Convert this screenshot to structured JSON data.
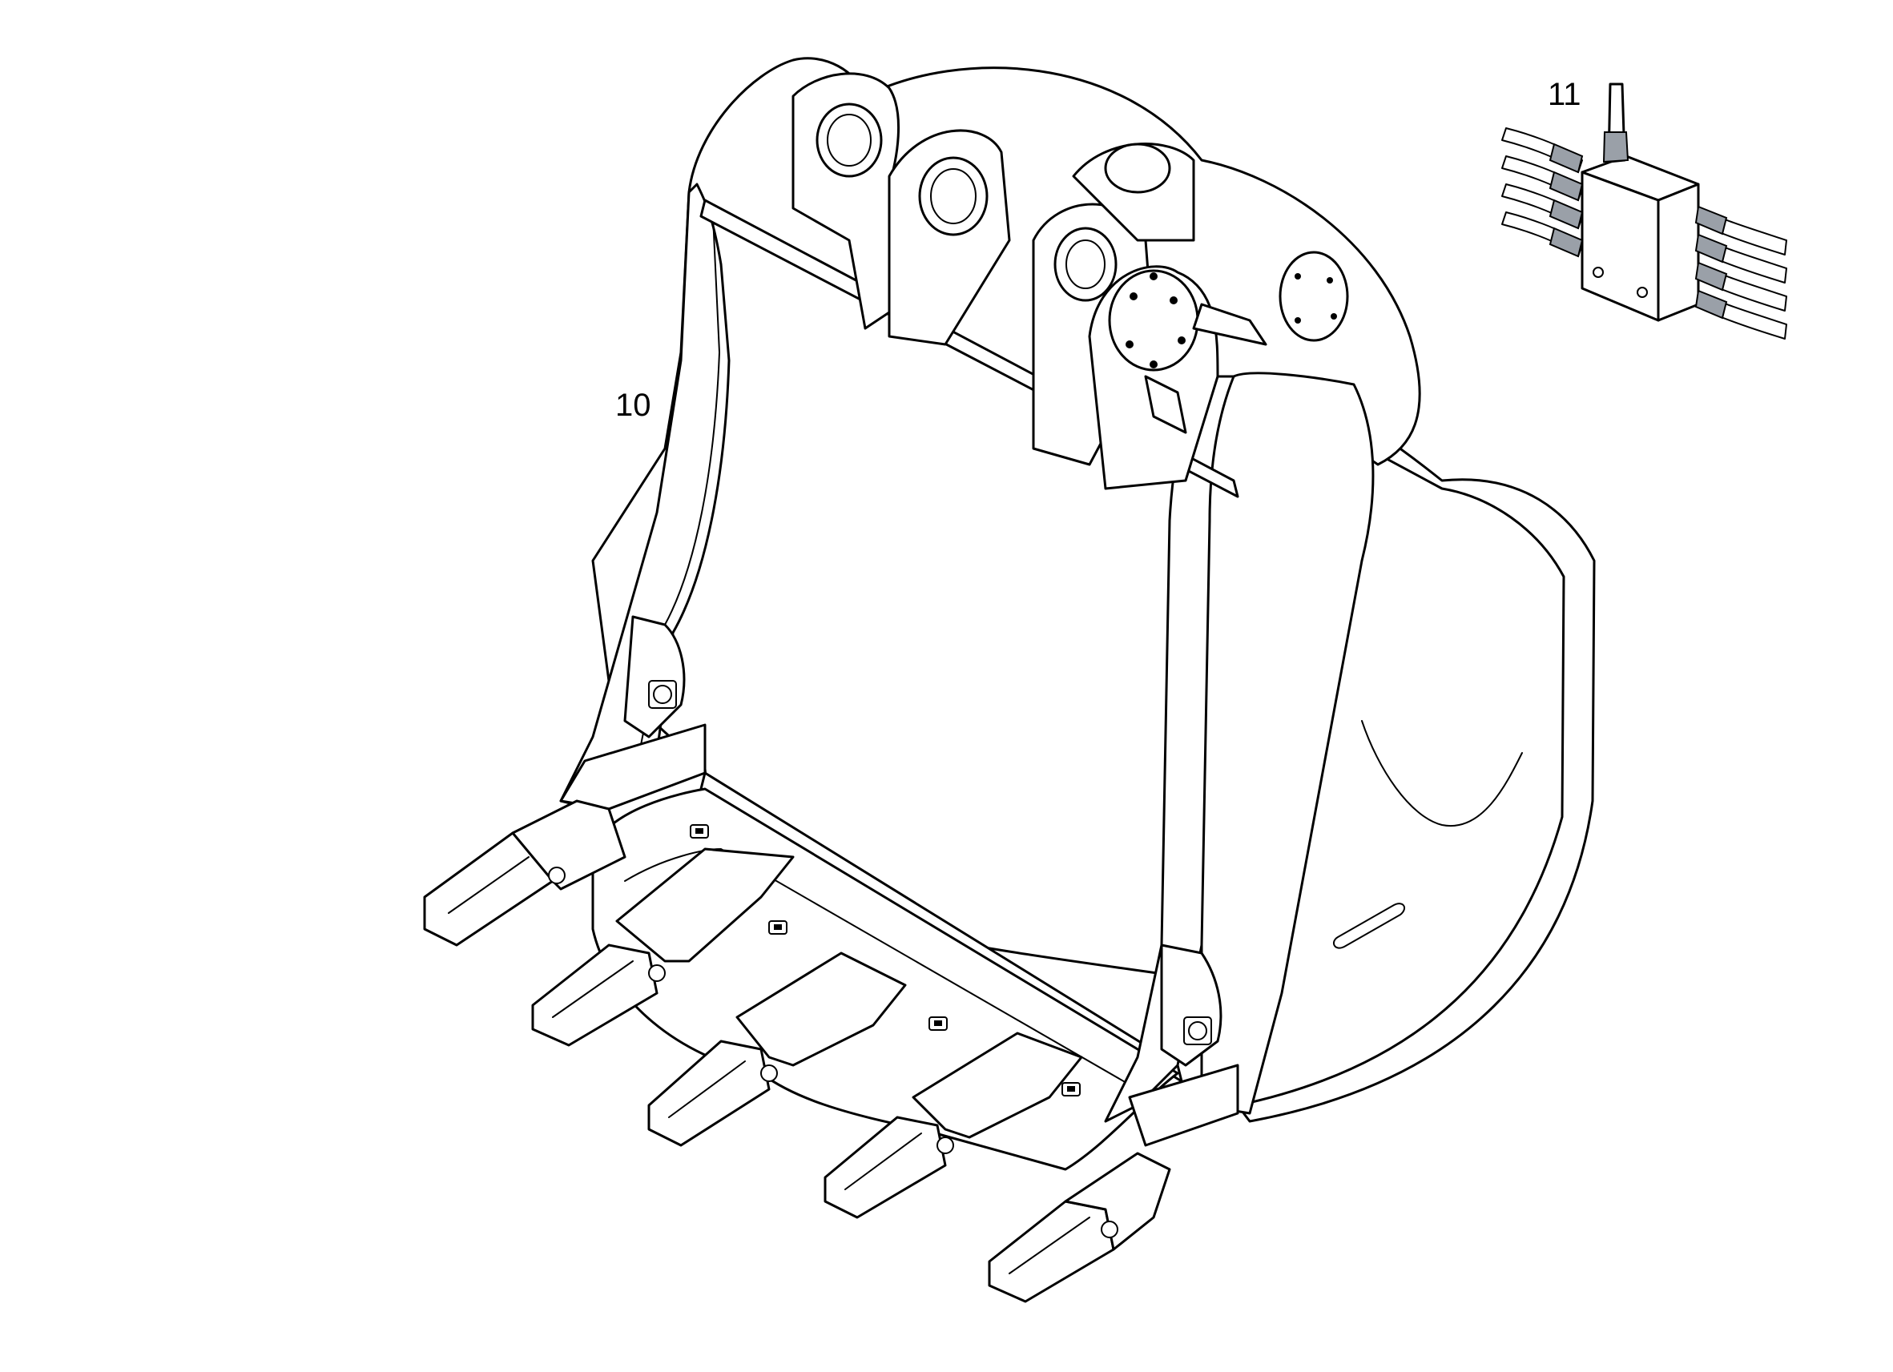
{
  "figure": {
    "callouts": [
      {
        "id": "bucket",
        "label": "10"
      },
      {
        "id": "hose-manifold",
        "label": "11"
      }
    ]
  }
}
